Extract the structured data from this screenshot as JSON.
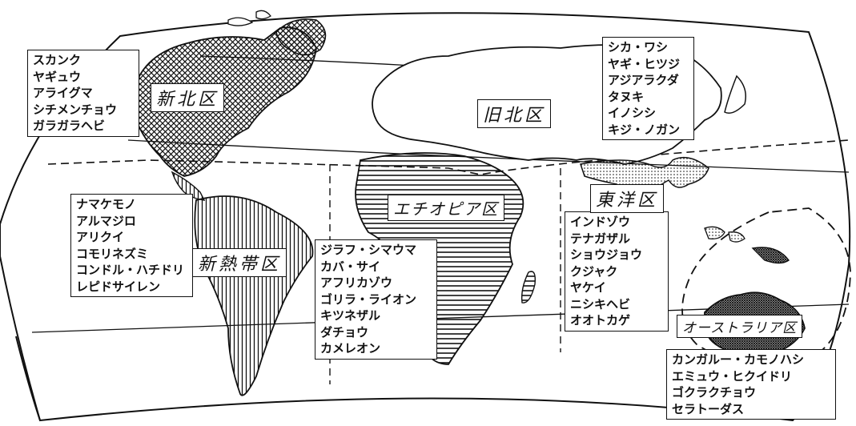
{
  "regions": {
    "nearctic": {
      "label": "新北区",
      "animals": [
        "スカンク",
        "ヤギュウ",
        "アライグマ",
        "シチメンチョウ",
        "ガラガラヘビ"
      ]
    },
    "palearctic": {
      "label": "旧北区",
      "animals": [
        "シカ・ワシ",
        "ヤギ・ヒツジ",
        "アジアラクダ",
        "タヌキ",
        "イノシシ",
        "キジ・ノガン"
      ]
    },
    "neotropical": {
      "label": "新熱帯区",
      "animals": [
        "ナマケモノ",
        "アルマジロ",
        "アリクイ",
        "コモリネズミ",
        "コンドル・ハチドリ",
        "レピドサイレン"
      ]
    },
    "ethiopian": {
      "label": "エチオピア区",
      "animals": [
        "ジラフ・シマウマ",
        "カバ・サイ",
        "アフリカゾウ",
        "ゴリラ・ライオン",
        "キツネザル",
        "ダチョウ",
        "カメレオン"
      ]
    },
    "oriental": {
      "label": "東洋区",
      "animals": [
        "インドゾウ",
        "テナガザル",
        "ショウジョウ",
        "クジャク",
        "ヤケイ",
        "ニシキヘビ",
        "オオトカゲ"
      ]
    },
    "australian": {
      "label": "オーストラリア区",
      "animals": [
        "カンガルー・カモノハシ",
        "エミュウ・ヒクイドリ",
        "ゴクラクチョウ",
        "セラトーダス"
      ]
    }
  }
}
